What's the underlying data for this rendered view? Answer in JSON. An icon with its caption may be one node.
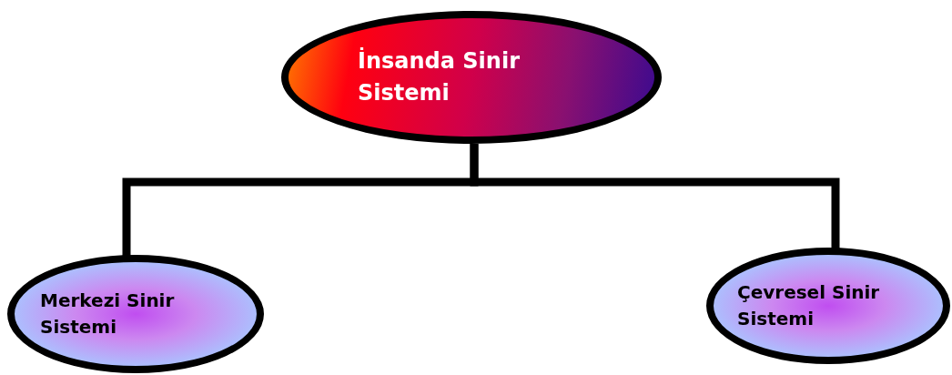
{
  "diagram": {
    "nodes": [
      {
        "text": [
          "İnsanda Sinir Sistemi"
        ]
      },
      {
        "text": [
          "Merkezi Sinir Sistemi"
        ]
      },
      {
        "text": [
          "Çevresel Sinir Sistemi"
        ]
      }
    ],
    "edges": [
      {
        "from": 0,
        "to": 1,
        "arrow": "none"
      },
      {
        "from": 0,
        "to": 2,
        "arrow": "none"
      }
    ]
  }
}
